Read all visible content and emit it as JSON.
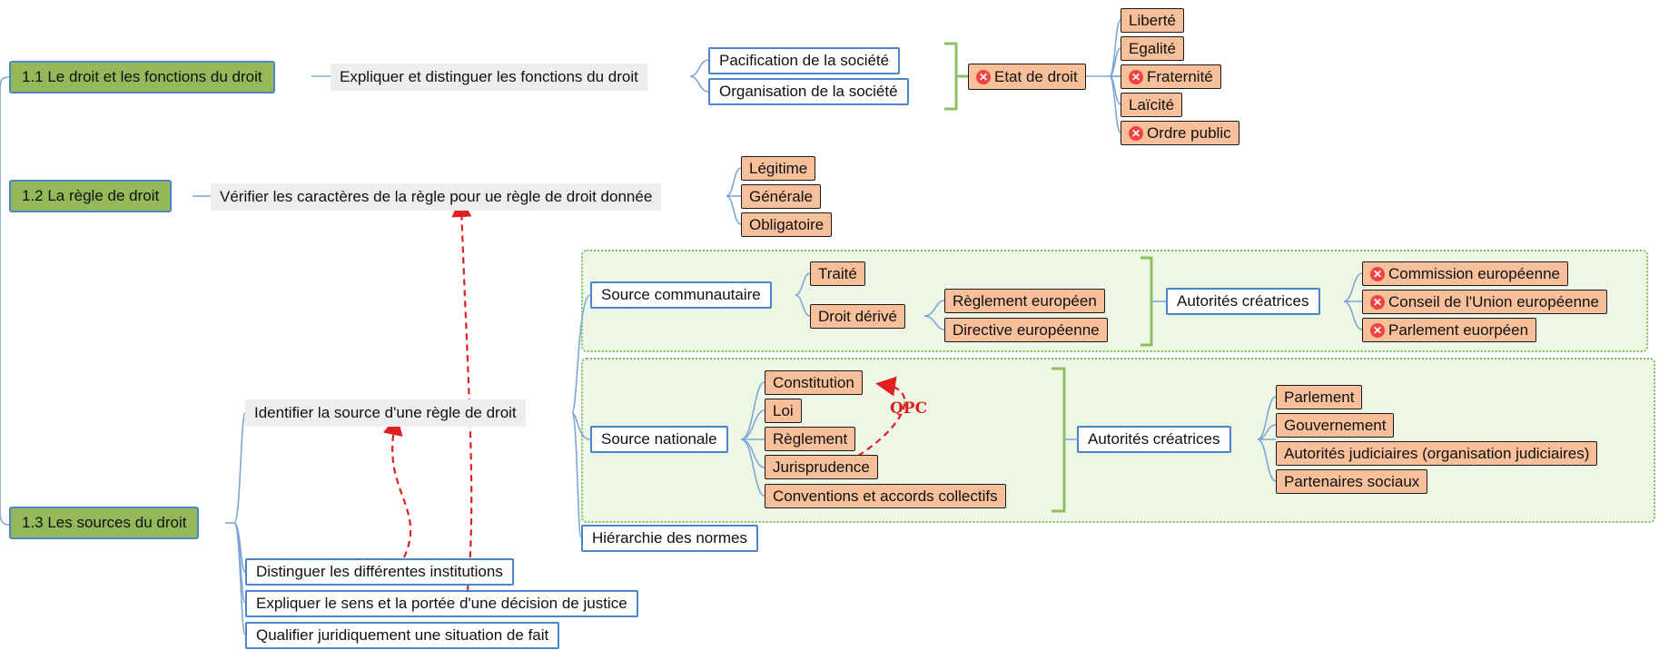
{
  "diagram": {
    "roots": [
      {
        "label": "1.1 Le droit et les fonctions du droit"
      },
      {
        "label": "1.2 La règle de droit"
      },
      {
        "label": "1.3 Les sources du droit"
      }
    ],
    "section1": {
      "objective": "Expliquer et distinguer les fonctions du droit",
      "functions": [
        "Pacification de la société",
        "Organisation de la société"
      ],
      "etat": "Etat de droit",
      "values": [
        "Liberté",
        "Egalité",
        "Fraternité",
        "Laïcité",
        "Ordre public"
      ]
    },
    "section2": {
      "objective": "Vérifier les caractères de la règle pour ue règle de droit donnée",
      "characters": [
        "Légitime",
        "Générale",
        "Obligatoire"
      ]
    },
    "section3": {
      "identify": "Identifier la source d'une règle de droit",
      "community": {
        "label": "Source communautaire",
        "traite": "Traité",
        "derive": "Droit dérivé",
        "derive_items": [
          "Règlement européen",
          "Directive européenne"
        ],
        "authorities_label": "Autorités créatrices",
        "authorities": [
          "Commission européenne",
          "Conseil de l'Union européenne",
          "Parlement euorpéen"
        ]
      },
      "national": {
        "label": "Source nationale",
        "items": [
          "Constitution",
          "Loi",
          "Règlement",
          "Jurisprudence",
          "Conventions et accords collectifs"
        ],
        "qpc": "QPC",
        "authorities_label": "Autorités créatrices",
        "authorities": [
          "Parlement",
          "Gouvernement",
          "Autorités judiciaires  (organisation judiciaires)",
          "Partenaires sociaux"
        ]
      },
      "hierarchy": "Hiérarchie des normes",
      "others": [
        "Distinguer les différentes institutions",
        "Expliquer le sens et la portée d'une décision de justice",
        "Qualifier juridiquement une situation de fait"
      ]
    }
  }
}
